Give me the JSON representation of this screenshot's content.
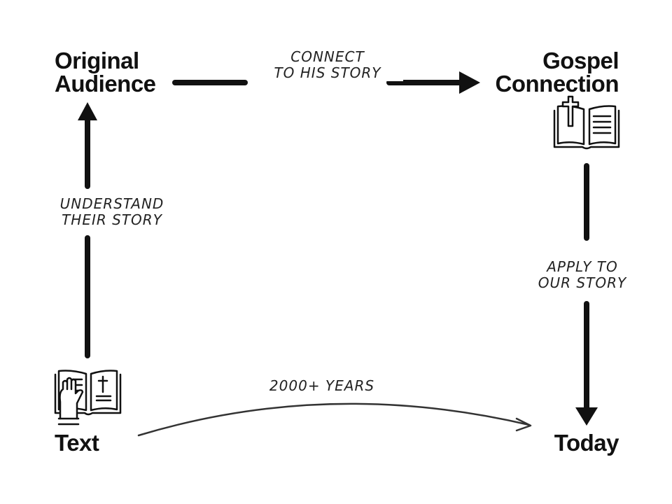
{
  "nodes": {
    "original_audience": [
      "Original",
      "Audience"
    ],
    "gospel_connection": [
      "Gospel",
      "Connection"
    ],
    "text": "Text",
    "today": "Today"
  },
  "edges": {
    "connect": [
      "CONNECT",
      "TO HIS STORY"
    ],
    "understand": [
      "UNDERSTAND",
      "THEIR STORY"
    ],
    "apply": [
      "APPLY TO",
      "OUR STORY"
    ],
    "years": "2000+ YEARS"
  },
  "icons": {
    "gospel": "open-bible-with-cross-icon",
    "text": "open-bible-with-hand-icon"
  },
  "colors": {
    "ink": "#111111",
    "background": "#ffffff"
  }
}
